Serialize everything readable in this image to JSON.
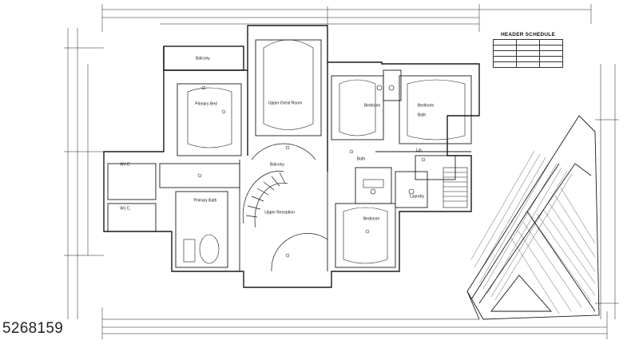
{
  "listing_number": "5268159",
  "header_schedule": {
    "title": "HEADER SCHEDULE",
    "rows": [
      "",
      "",
      "",
      "",
      ""
    ]
  },
  "rooms": [
    {
      "key": "balcony_left",
      "name": "Balcony"
    },
    {
      "key": "primary_bed",
      "name": "Primary Bed"
    },
    {
      "key": "upper_great_room",
      "name": "Upper Great Room"
    },
    {
      "key": "bedroom_center",
      "name": "Bedroom"
    },
    {
      "key": "bedroom_right",
      "name": "Bedroom"
    },
    {
      "key": "bath_upper",
      "name": "Bath"
    },
    {
      "key": "balcony_center",
      "name": "Balcony"
    },
    {
      "key": "wic_left",
      "name": "W.I.C."
    },
    {
      "key": "wic_lower",
      "name": "W.I.C."
    },
    {
      "key": "primary_bath",
      "name": "Primary Bath"
    },
    {
      "key": "upper_reception",
      "name": "Upper Reception"
    },
    {
      "key": "bath_middle",
      "name": "Bath"
    },
    {
      "key": "lin",
      "name": "Lin."
    },
    {
      "key": "laundry",
      "name": "Laundry"
    },
    {
      "key": "bedroom_lower",
      "name": "Bedroom"
    }
  ],
  "colors": {
    "line": "#1a1a1a",
    "dim": "#333333",
    "background": "#ffffff"
  }
}
